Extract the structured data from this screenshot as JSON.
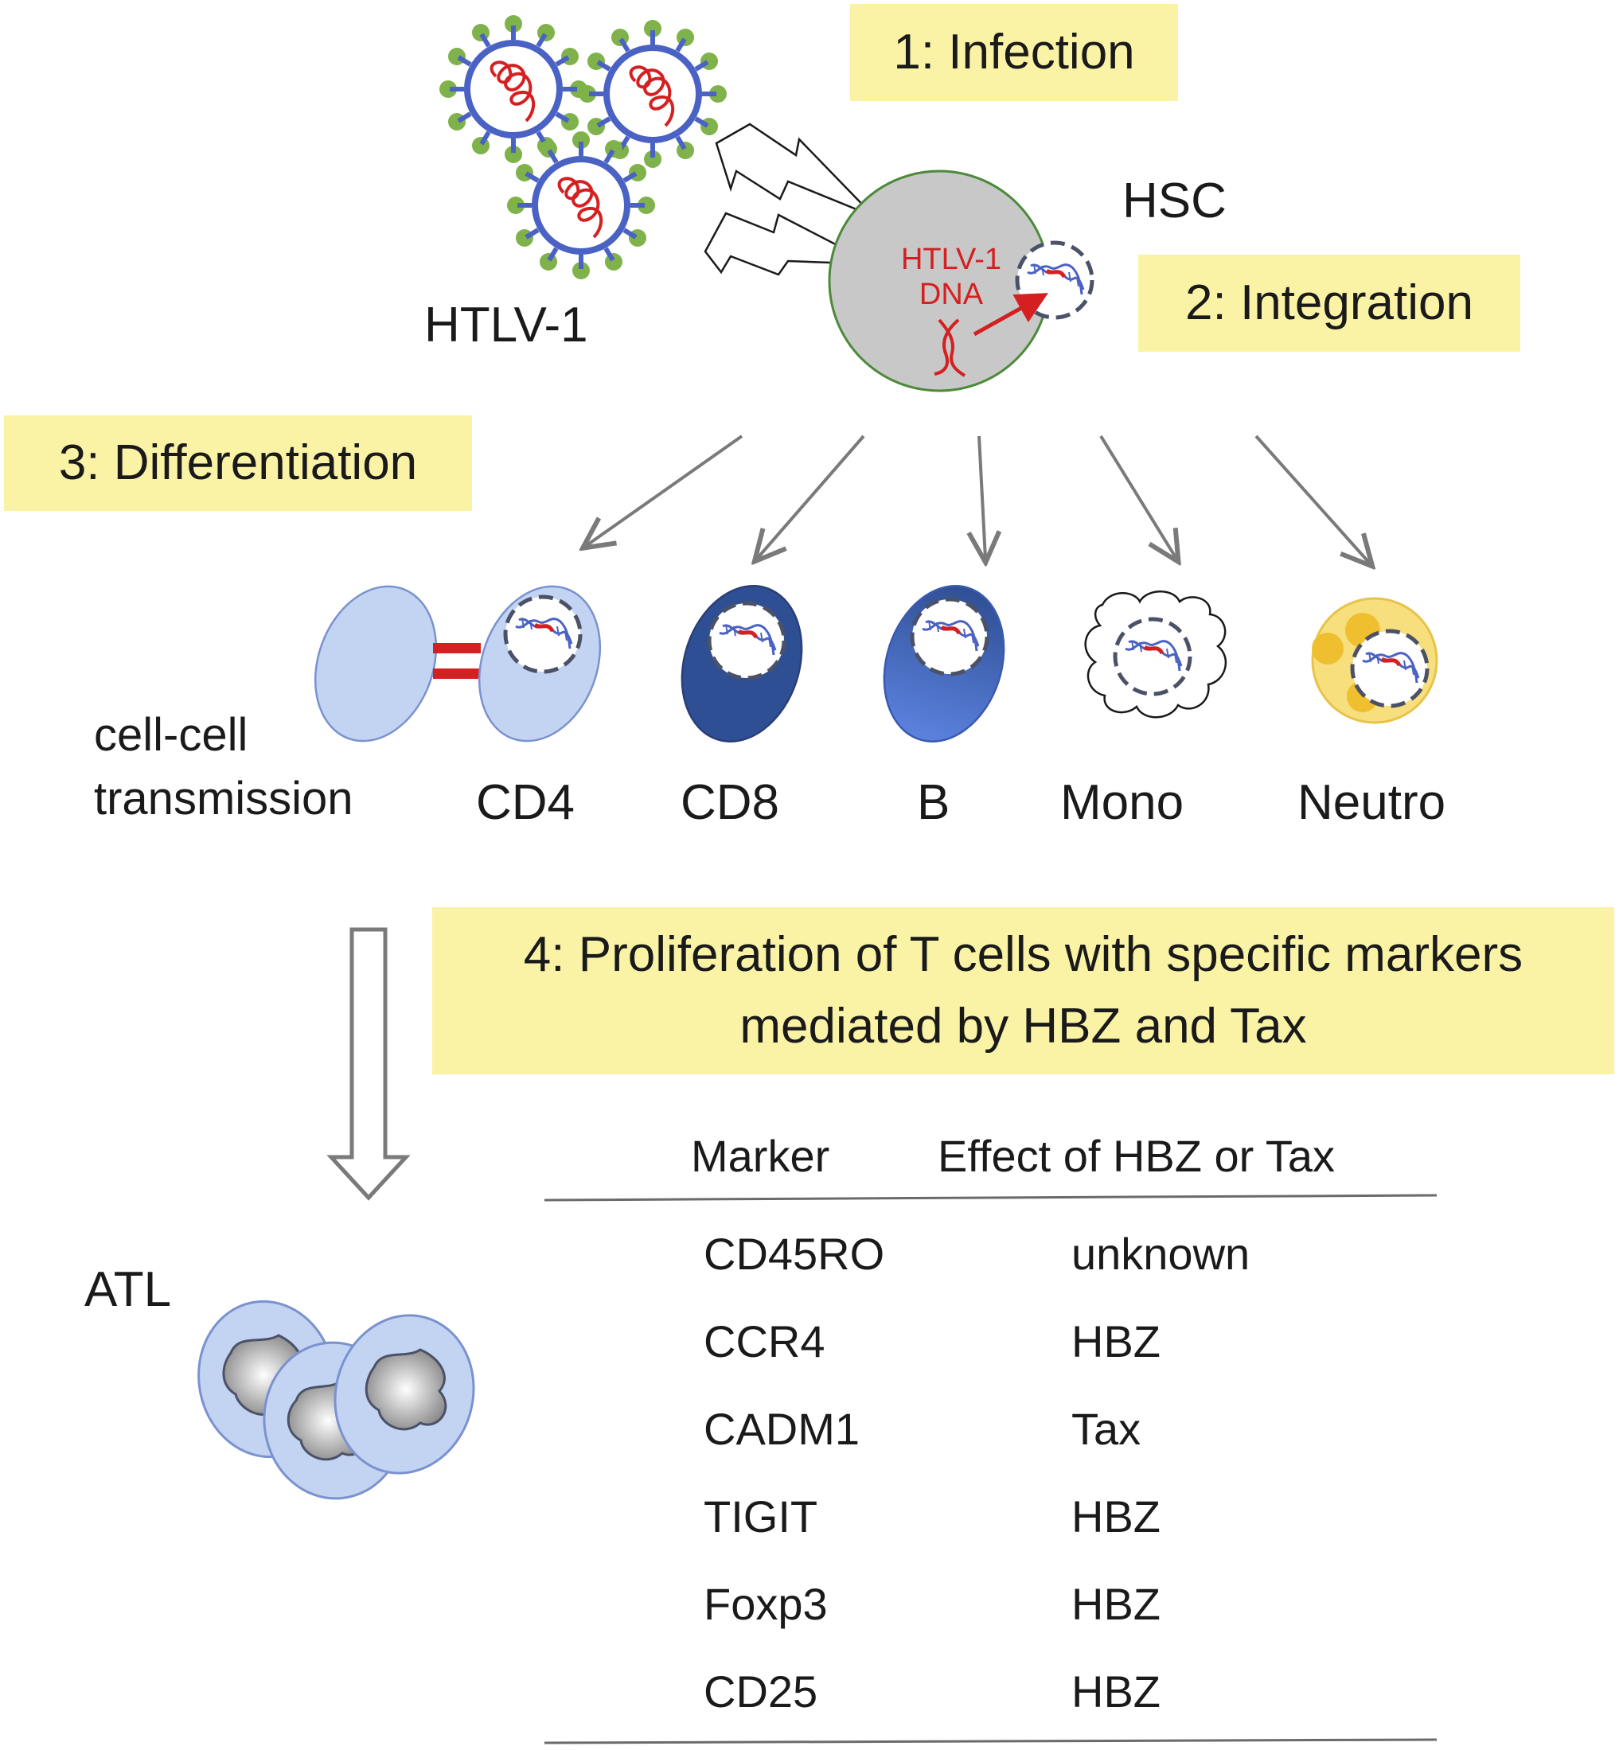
{
  "steps": {
    "infection": "1: Infection",
    "integration": "2: Integration",
    "differentiation": "3: Differentiation",
    "proliferation_line1": "4: Proliferation of T cells with specific markers",
    "proliferation_line2": "mediated by HBZ and Tax"
  },
  "labels": {
    "virus": "HTLV-1",
    "hsc": "HSC",
    "hsc_dna_line1": "HTLV-1",
    "hsc_dna_line2": "DNA",
    "cell_cell_line1": "cell-cell",
    "cell_cell_line2": "transmission",
    "atl": "ATL"
  },
  "cells": [
    "CD4",
    "CD8",
    "B",
    "Mono",
    "Neutro"
  ],
  "table": {
    "headers": [
      "Marker",
      "Effect of HBZ or Tax"
    ],
    "rows": [
      [
        "CD45RO",
        "unknown"
      ],
      [
        "CCR4",
        "HBZ"
      ],
      [
        "CADM1",
        "Tax"
      ],
      [
        "TIGIT",
        "HBZ"
      ],
      [
        "Foxp3",
        "HBZ"
      ],
      [
        "CD25",
        "HBZ"
      ]
    ]
  },
  "colors": {
    "highlight": "#faf3a6",
    "virus_envelope": "#4a62c4",
    "virus_spike": "#7fb24a",
    "virus_rna": "#d42020",
    "hsc_fill": "#c8c8c8",
    "hsc_border": "#4c8a3a",
    "cd4_fill": "#c3d3f2",
    "cd8_fill": "#2f4f94",
    "b_fill": "#4e73d4",
    "neutro_fill": "#f7df7e",
    "arrow_gray": "#7a7a7a"
  }
}
